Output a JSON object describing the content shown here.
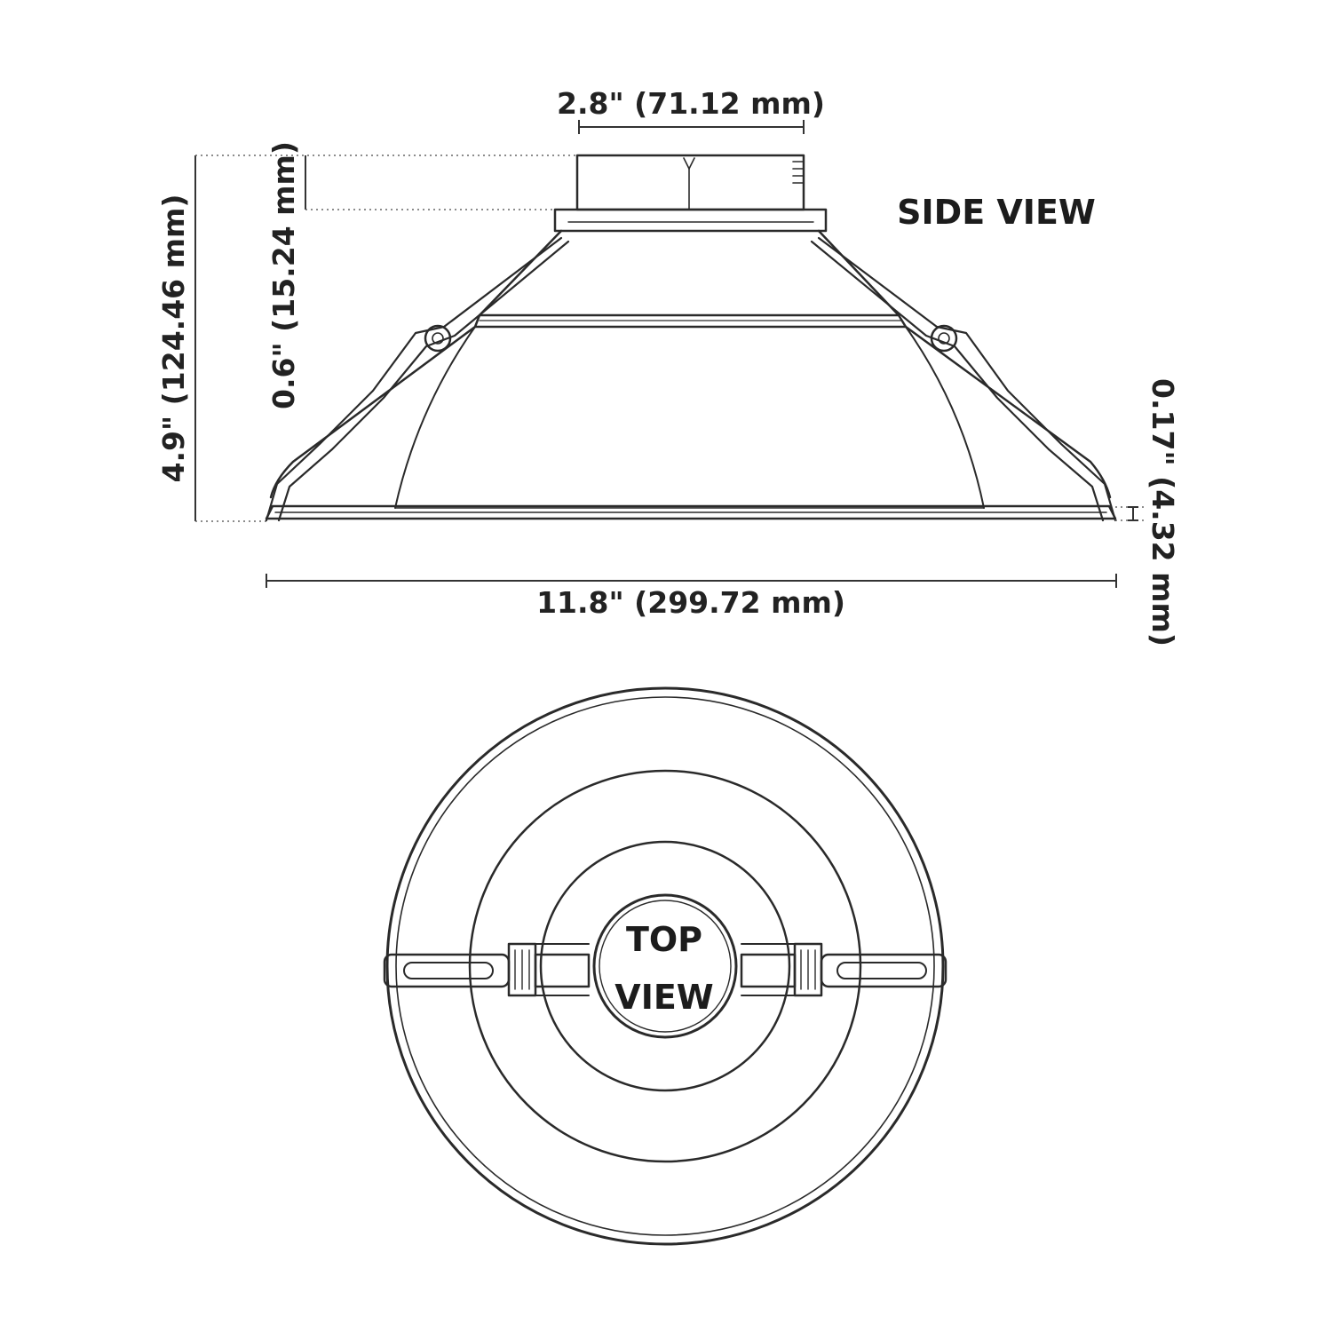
{
  "colors": {
    "line": "#2a2a2a",
    "text": "#222222",
    "background": "#ffffff"
  },
  "side_view": {
    "label": "SIDE VIEW",
    "dimensions": {
      "top_width": "2.8\" (71.12 mm)",
      "overall_height": "4.9\" (124.46 mm)",
      "collar_height": "0.6\" (15.24 mm)",
      "trim_thickness": "0.17\" (4.32 mm)",
      "overall_diameter": "11.8\" (299.72 mm)"
    }
  },
  "top_view": {
    "label_line1": "TOP",
    "label_line2": "VIEW"
  }
}
